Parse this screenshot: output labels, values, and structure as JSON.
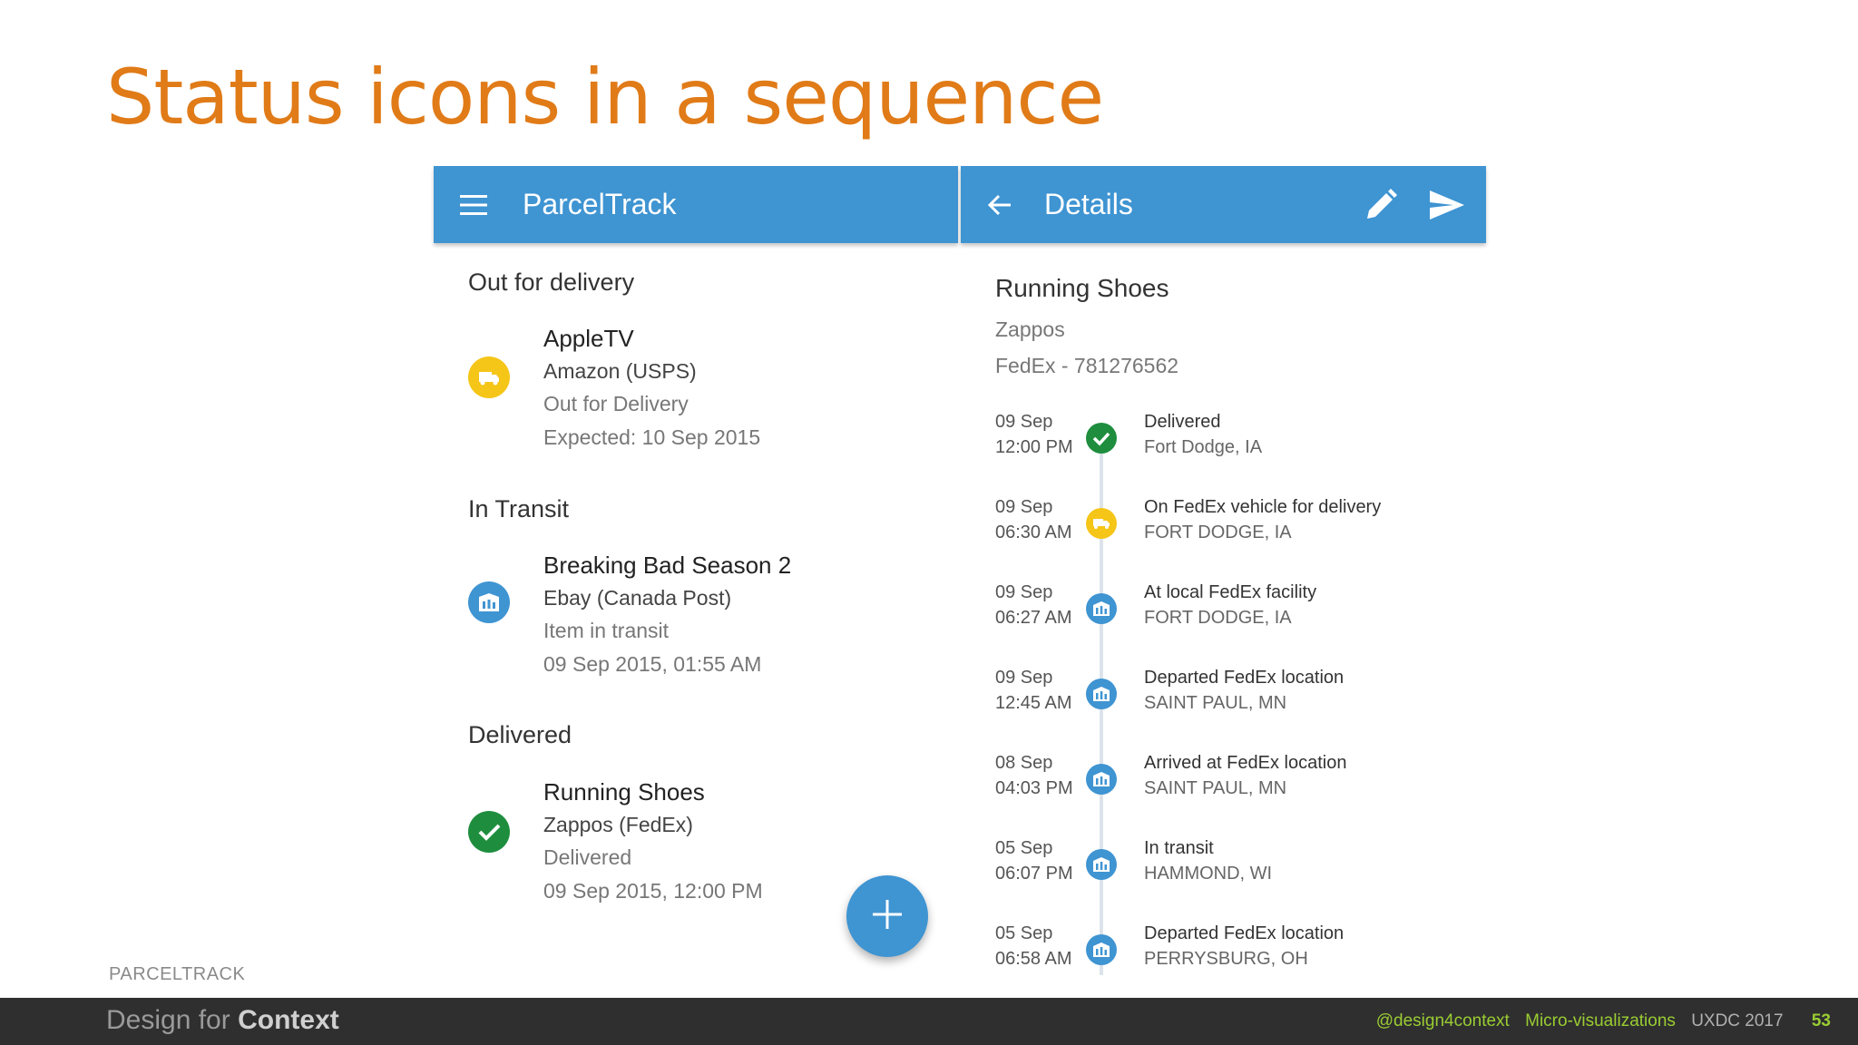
{
  "slide": {
    "title": "Status icons in a sequence",
    "caption": "PARCELTRACK"
  },
  "left_panel": {
    "appbar": {
      "title": "ParcelTrack",
      "menu_icon": "menu-icon"
    },
    "sections": [
      {
        "heading": "Out for delivery",
        "item": {
          "icon": "truck-icon",
          "icon_color": "#f5c518",
          "name": "AppleTV",
          "merchant": "Amazon (USPS)",
          "status": "Out for Delivery",
          "date": "Expected: 10 Sep 2015"
        }
      },
      {
        "heading": "In Transit",
        "item": {
          "icon": "building-icon",
          "icon_color": "#3f94d2",
          "name": "Breaking Bad Season 2",
          "merchant": "Ebay (Canada Post)",
          "status": "Item in transit",
          "date": "09 Sep 2015, 01:55 AM"
        }
      },
      {
        "heading": "Delivered",
        "item": {
          "icon": "check-icon",
          "icon_color": "#1e8e3e",
          "name": "Running Shoes",
          "merchant": "Zappos (FedEx)",
          "status": "Delivered",
          "date": "09 Sep 2015, 12:00 PM"
        }
      }
    ],
    "fab_icon": "plus-icon"
  },
  "right_panel": {
    "appbar": {
      "title": "Details",
      "back_icon": "arrow-back-icon",
      "edit_icon": "pencil-icon",
      "send_icon": "send-icon"
    },
    "title": "Running Shoes",
    "merchant": "Zappos",
    "tracking": "FedEx - 781276562",
    "events": [
      {
        "date": "09 Sep",
        "time": "12:00 PM",
        "status": "Delivered",
        "location": "Fort Dodge, IA",
        "icon": "check-icon",
        "color": "#1e8e3e"
      },
      {
        "date": "09 Sep",
        "time": "06:30 AM",
        "status": "On FedEx vehicle for delivery",
        "location": "FORT DODGE, IA",
        "icon": "truck-icon",
        "color": "#f5c518"
      },
      {
        "date": "09 Sep",
        "time": "06:27 AM",
        "status": "At local FedEx facility",
        "location": "FORT DODGE, IA",
        "icon": "building-icon",
        "color": "#3f94d2"
      },
      {
        "date": "09 Sep",
        "time": "12:45 AM",
        "status": "Departed FedEx location",
        "location": "SAINT PAUL, MN",
        "icon": "building-icon",
        "color": "#3f94d2"
      },
      {
        "date": "08 Sep",
        "time": "04:03 PM",
        "status": "Arrived at FedEx location",
        "location": "SAINT PAUL, MN",
        "icon": "building-icon",
        "color": "#3f94d2"
      },
      {
        "date": "05 Sep",
        "time": "06:07 PM",
        "status": "In transit",
        "location": "HAMMOND, WI",
        "icon": "building-icon",
        "color": "#3f94d2"
      },
      {
        "date": "05 Sep",
        "time": "06:58 AM",
        "status": "Departed FedEx location",
        "location": "PERRYSBURG, OH",
        "icon": "building-icon",
        "color": "#3f94d2"
      }
    ]
  },
  "footer": {
    "brand_light": "Design for ",
    "brand_bold": "Context",
    "handle": "@design4context",
    "topic": "Micro-visualizations",
    "conference": "UXDC 2017",
    "page": "53"
  }
}
